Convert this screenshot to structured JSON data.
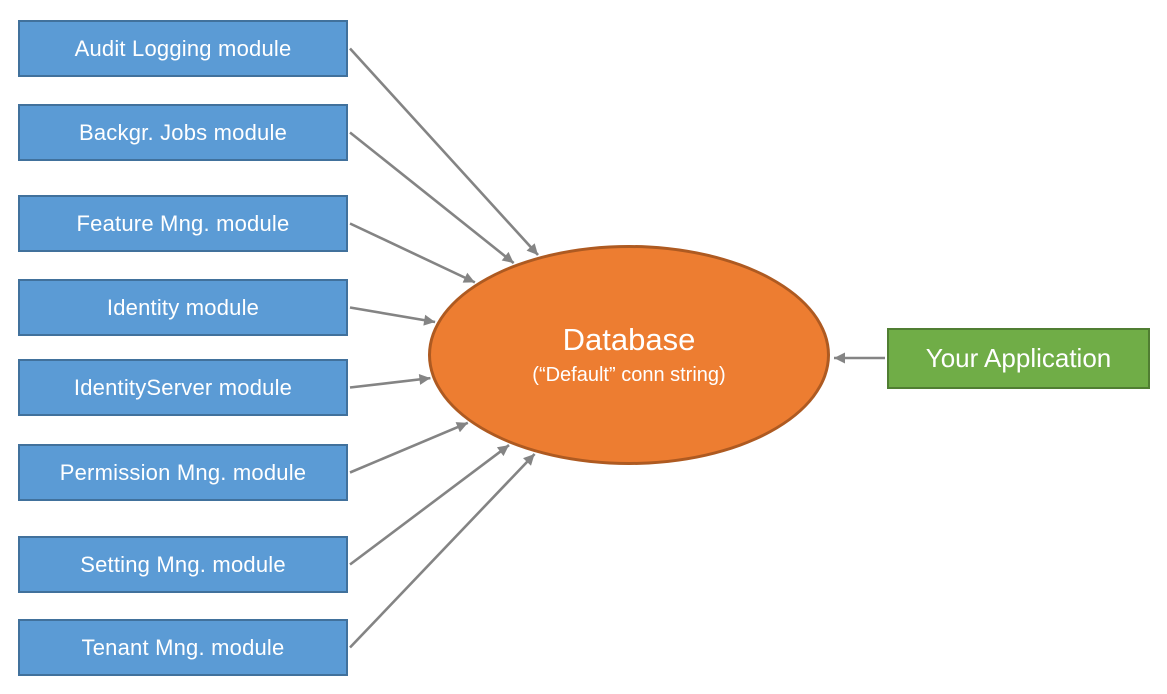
{
  "diagram": {
    "modules": [
      {
        "label": "Audit Logging module"
      },
      {
        "label": "Backgr. Jobs module"
      },
      {
        "label": "Feature Mng. module"
      },
      {
        "label": "Identity module"
      },
      {
        "label": "IdentityServer module"
      },
      {
        "label": "Permission Mng. module"
      },
      {
        "label": "Setting Mng. module"
      },
      {
        "label": "Tenant Mng. module"
      }
    ],
    "database": {
      "title": "Database",
      "subtitle": "(“Default” conn string)"
    },
    "application": {
      "label": "Your Application"
    },
    "colors": {
      "module_fill": "#5B9BD5",
      "module_border": "#41719C",
      "database_fill": "#ED7D31",
      "database_border": "#AE5A21",
      "application_fill": "#70AD47",
      "application_border": "#507E32",
      "arrow": "#848484",
      "text": "#FFFFFF"
    }
  }
}
